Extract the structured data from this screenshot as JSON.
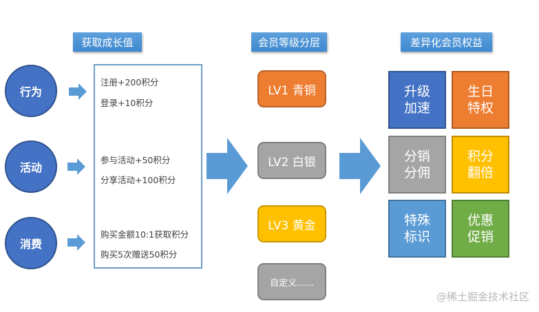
{
  "headers": {
    "growth": "获取成长值",
    "levels": "会员等级分层",
    "benefits": "差异化会员权益"
  },
  "sources": [
    {
      "label": "行为"
    },
    {
      "label": "活动"
    },
    {
      "label": "消费"
    }
  ],
  "points": [
    "注册+200积分",
    "登录+10积分",
    "参与活动+50积分",
    "分享活动+100积分",
    "购买金额10:1获取积分",
    "购买5次赠送50积分"
  ],
  "levels": [
    {
      "label": "LV1 青铜",
      "color": "#ed7d31",
      "border": "#b9612a"
    },
    {
      "label": "LV2 白银",
      "color": "#a5a5a5",
      "border": "#7f7f7f"
    },
    {
      "label": "LV3 黄金",
      "color": "#ffc000",
      "border": "#c99800"
    },
    {
      "label": "自定义......",
      "color": "#a5a5a5",
      "border": "#7f7f7f"
    }
  ],
  "benefits": [
    {
      "line1": "升级",
      "line2": "加速",
      "color": "#4472c4",
      "border": "#2f528f"
    },
    {
      "line1": "生日",
      "line2": "特权",
      "color": "#ed7d31",
      "border": "#ae5a21"
    },
    {
      "line1": "分销",
      "line2": "分佣",
      "color": "#a5a5a5",
      "border": "#7f7f7f"
    },
    {
      "line1": "积分",
      "line2": "翻倍",
      "color": "#ffc000",
      "border": "#bc8c00"
    },
    {
      "line1": "特殊",
      "line2": "标识",
      "color": "#5b9bd5",
      "border": "#41719c"
    },
    {
      "line1": "优惠",
      "line2": "促销",
      "color": "#70ad47",
      "border": "#507e32"
    }
  ],
  "watermark": "@稀土掘金技术社区",
  "colors": {
    "arrow": "#5b9bd5",
    "header": "#4a90d2"
  }
}
